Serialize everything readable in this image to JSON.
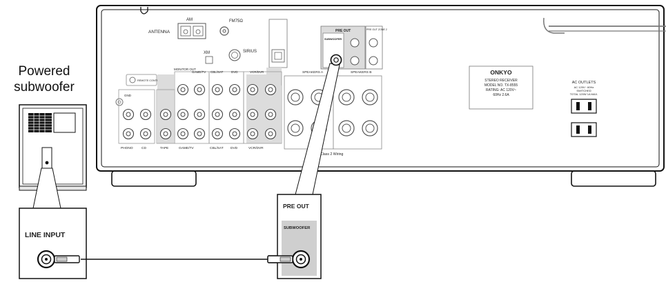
{
  "subwoofer": {
    "title_line1": "Powered",
    "title_line2": "subwoofer",
    "line_input_label": "LINE INPUT"
  },
  "receiver": {
    "brand": "ONKYO",
    "nameplate_line1": "STEREO RECEIVER",
    "nameplate_line2": "MODEL NO. TX-8555",
    "nameplate_line3": "RATING: AC 120V~",
    "nameplate_line4": "60Hz  2.6A",
    "antenna_label": "ANTENNA",
    "am_label": "AM",
    "fm_label": "FM75Ω",
    "xm_label": "XM",
    "sirius_label": "SIRIUS",
    "remote_label": "REMOTE CONTROL",
    "monitor_out_label": "MONITOR OUT",
    "pre_out_label": "PRE OUT",
    "subwoofer_label": "SUBWOOFER",
    "zone2_label": "PRE OUT ZONE 2",
    "speakers_a_label": "SPEAKERS A",
    "speakers_b_label": "SPEAKERS B",
    "class2_label": "Class 2 Wiring",
    "ac_outlets_label": "AC OUTLETS",
    "ac_outlets_sub1": "AC 120V~ 60Hz",
    "ac_outlets_sub2": "SWITCHED",
    "ac_outlets_sub3": "TOTAL 120W 1A MAX.",
    "gnd_label": "GND",
    "input_labels": [
      "PHONO",
      "CD",
      "TAPE",
      "GAME/TV",
      "CBL/SAT",
      "DVD",
      "VCR/DVR"
    ],
    "top_input_labels": [
      "GAME/TV",
      "CBL/SAT",
      "DVD",
      "VCR/DVR"
    ]
  },
  "callout": {
    "pre_out_label": "PRE OUT",
    "subwoofer_label": "SUBWOOFER"
  }
}
